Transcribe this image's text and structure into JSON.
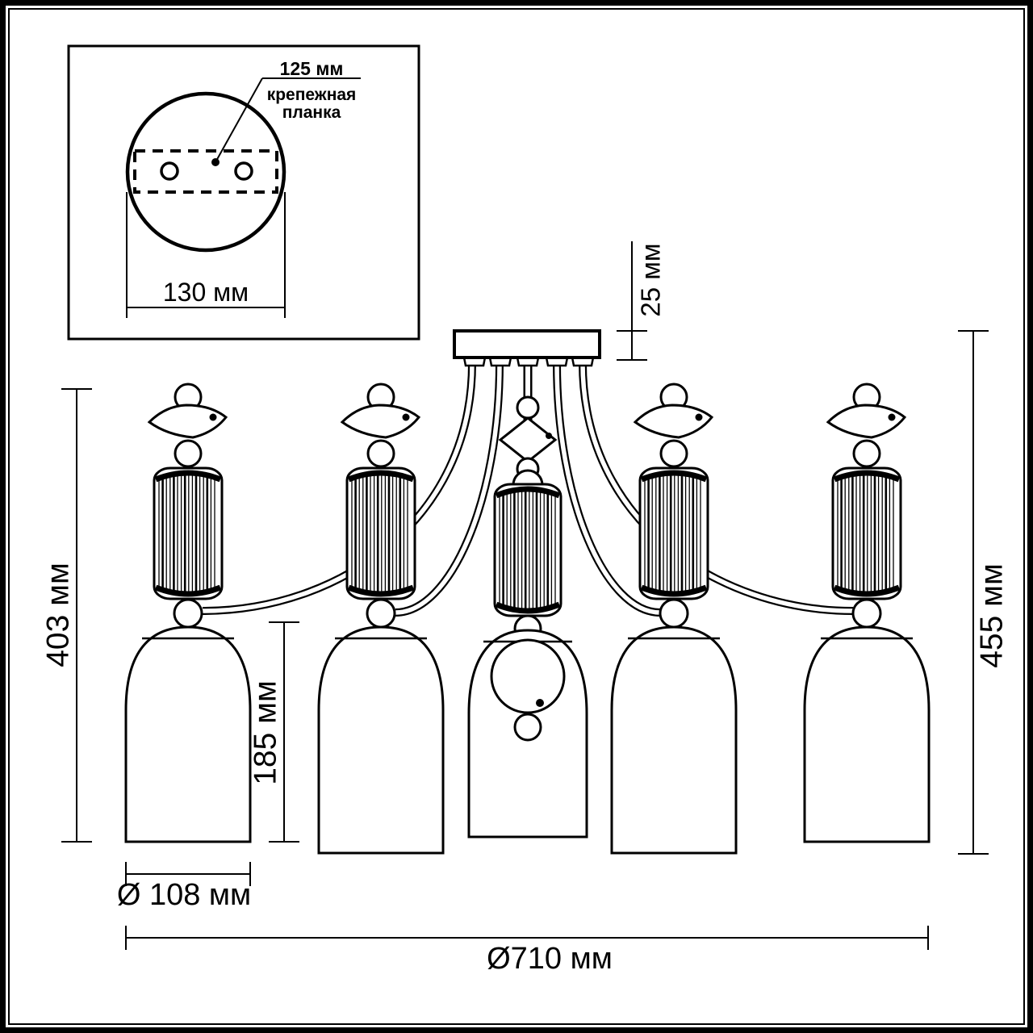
{
  "drawing_type": "ceiling chandelier dimension drawing",
  "lamp_count": 5,
  "colors": {
    "line": "#000000",
    "background": "#ffffff"
  },
  "inset": {
    "dim_125": "125 мм",
    "mount_line1": "крепежная",
    "mount_line2": "планка",
    "dim_130": "130 мм"
  },
  "dims": {
    "canopy_height": "25 мм",
    "left_height": "403 мм",
    "right_height": "455 мм",
    "shade_height": "185 мм",
    "shade_diameter": "Ø 108 мм",
    "overall_diameter": "Ø710 мм"
  }
}
